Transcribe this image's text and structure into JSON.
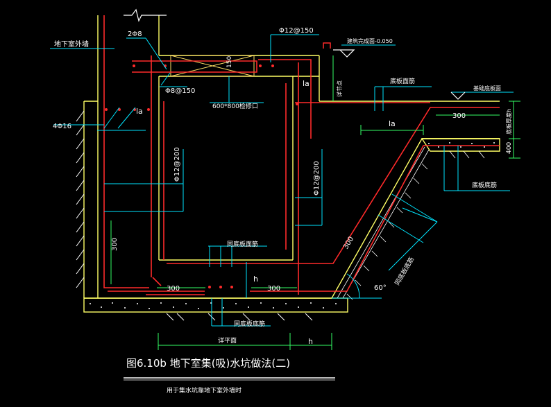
{
  "labels": {
    "basement_outer_wall": "地下室外墙",
    "two_phi8": "2Φ8",
    "phi12_150": "Φ12@150",
    "building_elevation": "建筑完成面-0.050",
    "phi8_150": "Φ8@150",
    "access_hatch": "600*800检修口",
    "la_top": "la",
    "slab_top_rebar": "底板面筋",
    "base_level": "基础底板面",
    "dim_150": "150",
    "detail_level": "详节点",
    "four_phi16": "4Φ16",
    "la_left": "la",
    "la_right": "la",
    "dim_300_top": "300",
    "slab_thickness": "底板厚度h",
    "dim_400": "400",
    "phi12_200_left": "Φ12@200",
    "phi12_200_right": "Φ12@200",
    "slab_bottom_rebar": "底板底筋",
    "same_slab_top": "同底板面筋",
    "dim_300_vertical": "300",
    "dim_300_slope": "300",
    "dim_h_center": "h",
    "dim_300_bottom_left": "300",
    "dim_300_bottom_right": "300",
    "same_slab_bottom_sloped": "同底板底筋",
    "angle_60": "60°",
    "same_slab_bottom": "同底板底筋",
    "detail_plan": "详平面",
    "dim_h_bottom": "h",
    "figure_title": "图6.10b  地下室集(吸)水坑做法(二)",
    "figure_note": "用于集水坑靠地下室外墙时"
  },
  "colors": {
    "background": "#000000",
    "concrete_outline": "#ffff66",
    "rebar": "#ff2a2a",
    "dimension": "#33ff66",
    "leader": "#00e5ff",
    "text": "#ffffff",
    "hatch": "#ffffff",
    "hatch_cross": "#ffe066"
  }
}
